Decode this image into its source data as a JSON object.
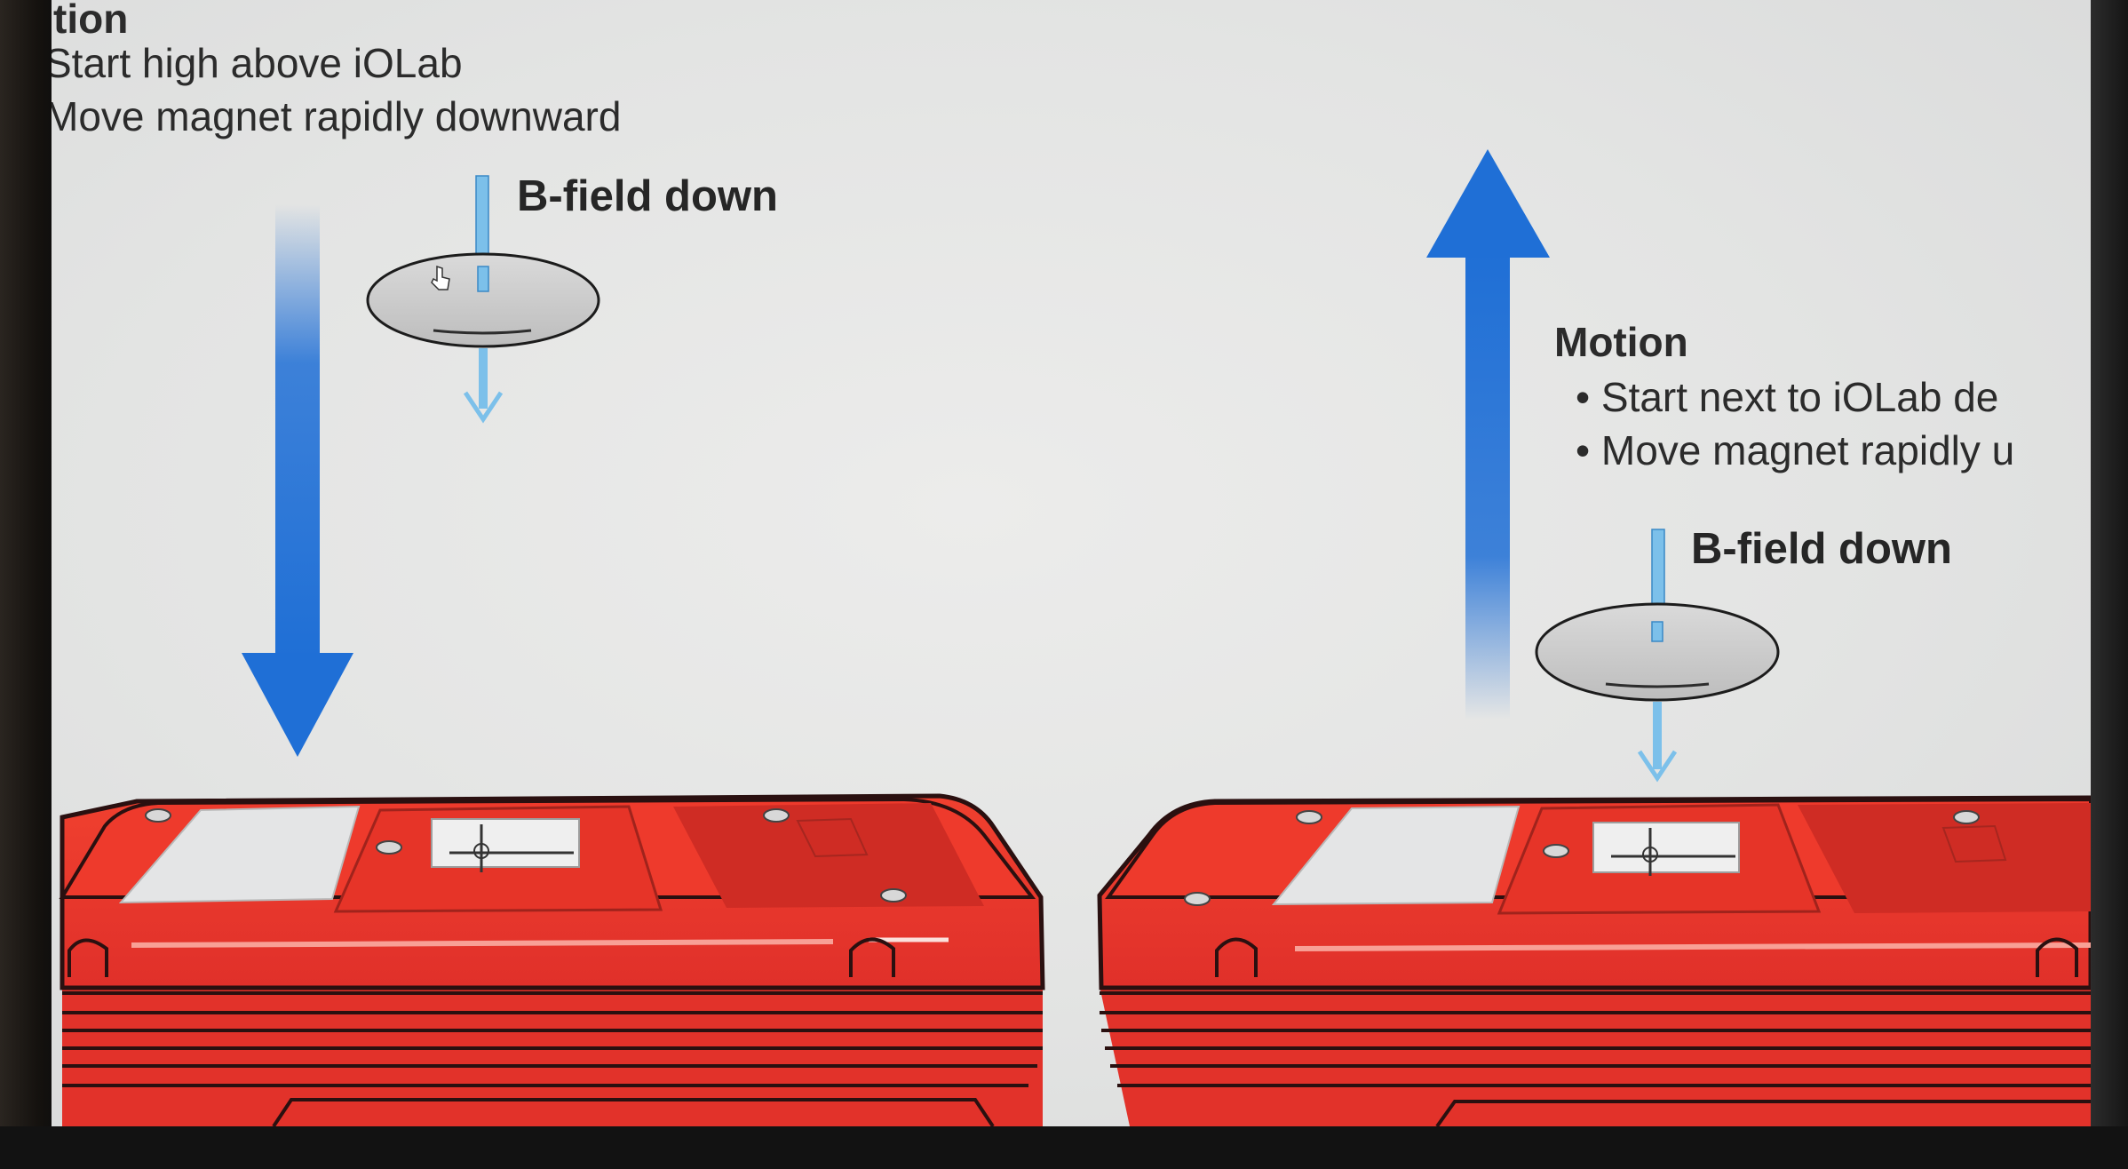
{
  "left_panel": {
    "heading": "tion",
    "bullets": [
      "Start high above iOLab",
      "Move magnet rapidly downward"
    ],
    "field_label": "B-field down",
    "motion_arrow_icon": "arrow-down-icon"
  },
  "right_panel": {
    "heading": "Motion",
    "bullets": [
      "• Start next to iOLab de",
      "• Move magnet rapidly u"
    ],
    "field_label": "B-field down",
    "motion_arrow_icon": "arrow-up-icon"
  },
  "colors": {
    "motion_arrow": "#1f6fd6",
    "field_arrow": "#7cc0ea",
    "device_body": "#e8352b",
    "magnet": "#cfcfcf",
    "slide_background": "#e6e7e6"
  },
  "icons": {
    "cursor": "hand-pointer-icon",
    "magnet": "disc-magnet-icon",
    "device": "iolab-device-icon"
  }
}
